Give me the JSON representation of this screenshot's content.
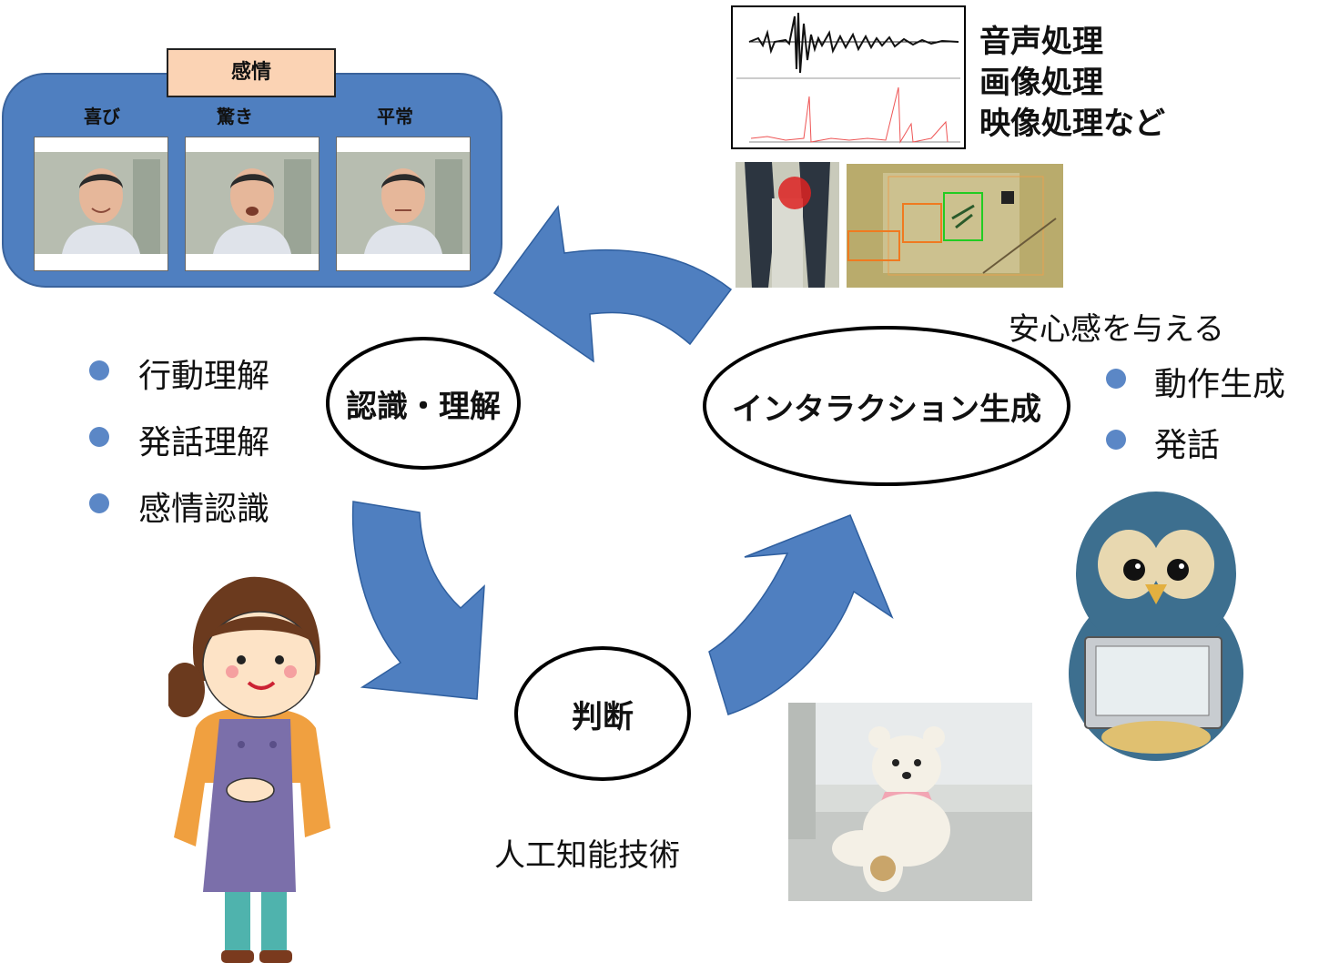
{
  "emotion": {
    "title": "感情",
    "labels": [
      "喜び",
      "驚き",
      "平常"
    ]
  },
  "recognition": {
    "node": "認識・理解",
    "bullets": [
      "行動理解",
      "発話理解",
      "感情認識"
    ]
  },
  "judgment": {
    "node": "判断",
    "caption": "人工知能技術"
  },
  "interaction": {
    "node": "インタラクション生成",
    "caption": "安心感を与える",
    "bullets": [
      "動作生成",
      "発話"
    ]
  },
  "processing": {
    "lines": [
      "音声処理",
      "画像処理",
      "映像処理など"
    ]
  },
  "colors": {
    "arrow": "#4f7fc0",
    "panel": "#4f7fc0",
    "title_box": "#fbd3b4",
    "bullet": "#5b87c6"
  }
}
